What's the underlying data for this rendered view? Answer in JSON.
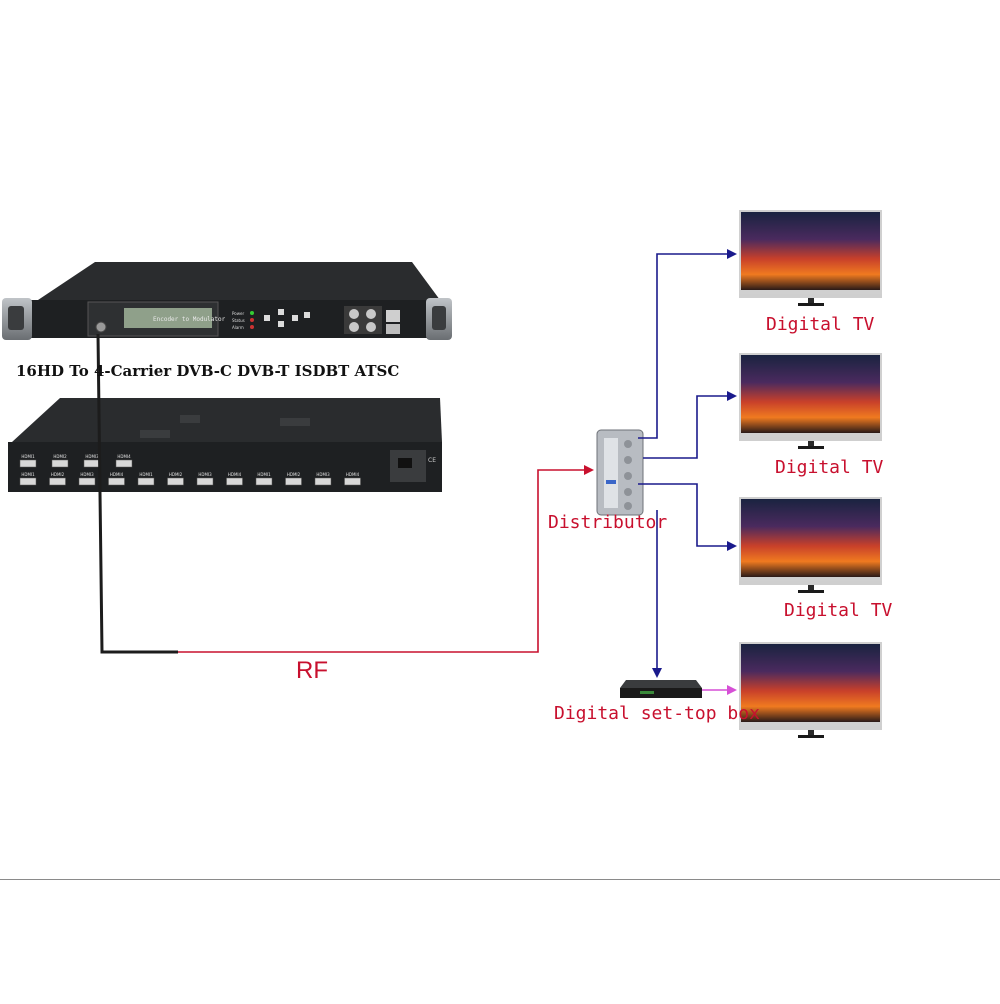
{
  "device_caption": "16HD To  4-Carrier DVB-C DVB-T ISDBT ATSC",
  "front_panel": {
    "lcd_text": "Encoder to Modulator",
    "leds": [
      "Power",
      "Status",
      "Alarm"
    ]
  },
  "rear_panel": {
    "hdmi_top_row": [
      "HDMI1",
      "HDMI2",
      "HDMI3",
      "HDMI4"
    ],
    "hdmi_bottom_row": [
      "HDMI1",
      "HDMI2",
      "HDMI3",
      "HDMI4",
      "HDMI1",
      "HDMI2",
      "HDMI3",
      "HDMI4",
      "HDMI1",
      "HDMI2",
      "HDMI3",
      "HDMI4"
    ]
  },
  "connection_label": "RF",
  "distributor_label": "Distributor",
  "stb_label": "Digital set-top box",
  "tvs": [
    {
      "label": "Digital TV"
    },
    {
      "label": "Digital TV"
    },
    {
      "label": "Digital TV"
    },
    {
      "label": ""
    }
  ],
  "colors": {
    "rf_line": "#c8102e",
    "tv_line": "#1a1a8c",
    "stb_line": "#d64fd6",
    "label": "#c8102e"
  }
}
